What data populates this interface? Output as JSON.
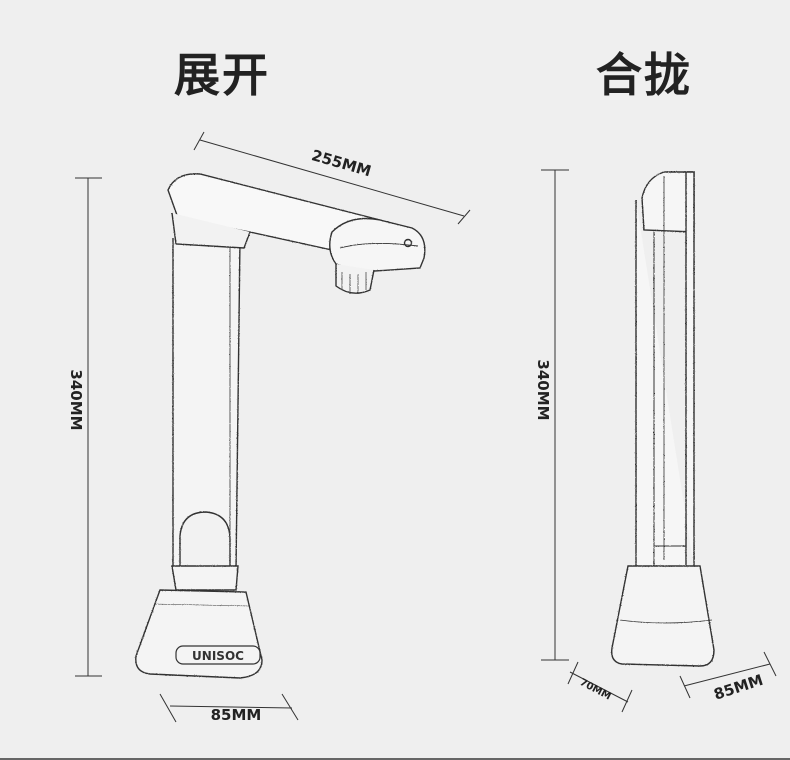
{
  "titles": {
    "open": "展开",
    "closed": "合拢"
  },
  "dimensions": {
    "open_length": "255MM",
    "open_height": "340MM",
    "open_base": "85MM",
    "closed_height": "340MM",
    "closed_depth": "70MM",
    "closed_base": "85MM"
  },
  "brand": "UNISOC",
  "colors": {
    "background": "#efefef",
    "line": "#333333",
    "title": "#222222"
  }
}
